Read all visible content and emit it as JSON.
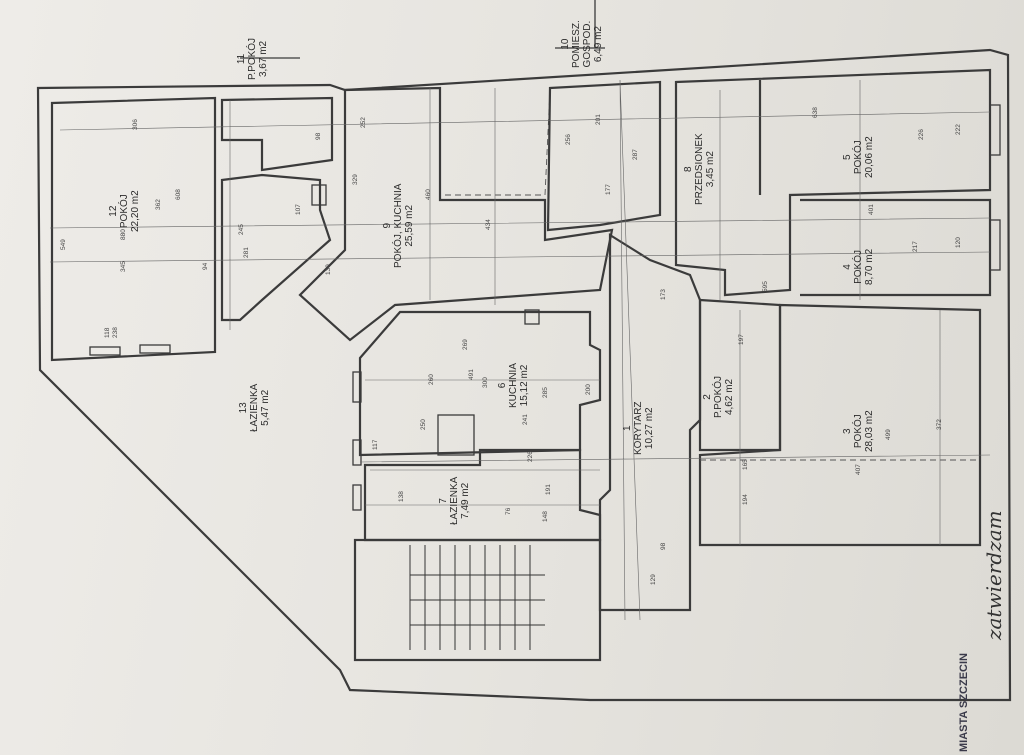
{
  "rooms": [
    {
      "id": "r12",
      "number": "12",
      "name": "POKÓJ",
      "area": "22,20 m2"
    },
    {
      "id": "r11",
      "number": "11",
      "name": "P.POKÓJ",
      "area": "3,67 m2"
    },
    {
      "id": "r10",
      "number": "10",
      "name": "POMIESZ.",
      "name2": "GOSPOD.",
      "area": "6,49 m2"
    },
    {
      "id": "r13",
      "number": "13",
      "name": "ŁAZIENKA",
      "area": "5,47 m2"
    },
    {
      "id": "r9",
      "number": "9",
      "name": "POKÓJ, KUCHNIA",
      "area": "25,59 m2"
    },
    {
      "id": "r8",
      "number": "8",
      "name": "PRZEDSIONEK",
      "area": "3,45 m2"
    },
    {
      "id": "r5",
      "number": "5",
      "name": "POKÓJ",
      "area": "20,06 m2"
    },
    {
      "id": "r4",
      "number": "4",
      "name": "POKÓJ",
      "area": "8,70 m2"
    },
    {
      "id": "r6",
      "number": "6",
      "name": "KUCHNIA",
      "area": "15,12 m2"
    },
    {
      "id": "r1",
      "number": "1",
      "name": "KORYTARZ",
      "area": "10,27 m2"
    },
    {
      "id": "r2",
      "number": "2",
      "name": "P.POKÓJ",
      "area": "4,62 m2"
    },
    {
      "id": "r3",
      "number": "3",
      "name": "POKÓJ",
      "area": "28,03 m2"
    },
    {
      "id": "r7",
      "number": "7",
      "name": "ŁAZIENKA",
      "area": "7,49 m2"
    }
  ],
  "dimensions": [
    "306",
    "549",
    "880",
    "608",
    "345",
    "362",
    "118",
    "238",
    "252",
    "460",
    "434",
    "139",
    "329",
    "287",
    "256",
    "177",
    "201",
    "638",
    "226",
    "401",
    "217",
    "222",
    "120",
    "595",
    "372",
    "499",
    "407",
    "165",
    "194",
    "260",
    "491",
    "300",
    "285",
    "241",
    "269",
    "226",
    "250",
    "117",
    "138",
    "191",
    "200",
    "148",
    "129",
    "76",
    "98",
    "107",
    "281",
    "245",
    "94",
    "173",
    "197",
    "98"
  ],
  "stamp": {
    "text": "MIASTA SZCZECIN"
  },
  "signature": {
    "text": "zatwierdzam"
  }
}
